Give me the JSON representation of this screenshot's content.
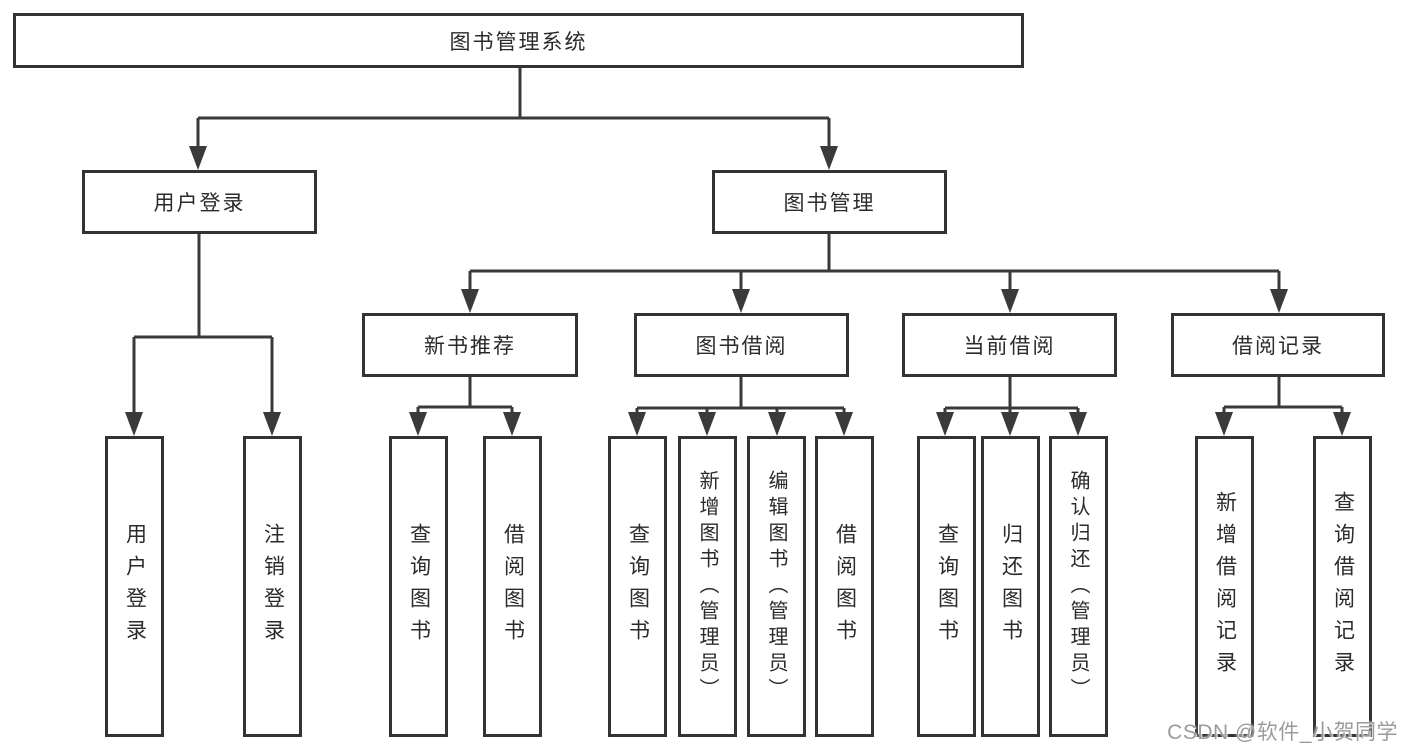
{
  "diagram_title": "图书管理系统",
  "colors": {
    "line": "#3a3a3a",
    "box_border": "#333333",
    "text": "#2b2b2b",
    "watermark": "#9f9a9a",
    "background": "#ffffff"
  },
  "tree": {
    "root": {
      "label": "图书管理系统"
    },
    "level2": [
      {
        "label": "用户登录"
      },
      {
        "label": "图书管理"
      }
    ],
    "level3": [
      {
        "label": "新书推荐"
      },
      {
        "label": "图书借阅"
      },
      {
        "label": "当前借阅"
      },
      {
        "label": "借阅记录"
      }
    ],
    "leaves": {
      "user_login": [
        {
          "label": "用户登录"
        },
        {
          "label": "注销登录"
        }
      ],
      "new_book_recommend": [
        {
          "label": "查询图书"
        },
        {
          "label": "借阅图书"
        }
      ],
      "book_borrowing": [
        {
          "label": "查询图书"
        },
        {
          "label": "新增图书（管理员）"
        },
        {
          "label": "编辑图书（管理员）"
        },
        {
          "label": "借阅图书"
        }
      ],
      "current_borrowing": [
        {
          "label": "查询图书"
        },
        {
          "label": "归还图书"
        },
        {
          "label": "确认归还（管理员）"
        }
      ],
      "borrowing_records": [
        {
          "label": "新增借阅记录"
        },
        {
          "label": "查询借阅记录"
        }
      ]
    }
  },
  "watermark": "CSDN @软件_小贺同学"
}
